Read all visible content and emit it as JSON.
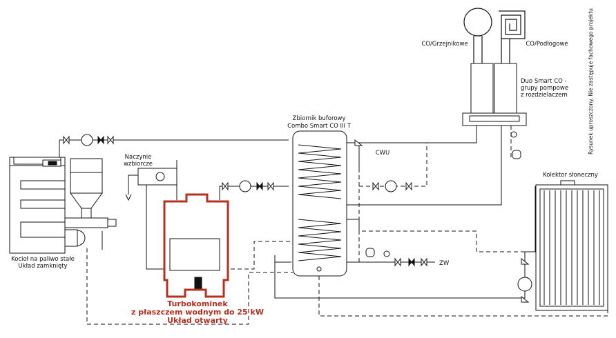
{
  "labels": {
    "boiler_line1": "Kocioł na paliwo stałe",
    "boiler_line2": "Układ zamknięty",
    "expansion_line1": "Naczynie",
    "expansion_line2": "wzbiorcze",
    "fireplace_line1": "Turbokominek",
    "fireplace_line2": "z płaszczem wodnym do 25 kW",
    "fireplace_line3": "Układ otwarty",
    "tank_line1": "Zbiornik buforowy",
    "tank_line2": "Combo Smart CO III T",
    "cwu": "CWU",
    "zw": "ZW",
    "radiators": "CO/Grzejnikowe",
    "floor": "CO/Podłogowe",
    "pump_group_line1": "Duo Smart CO -",
    "pump_group_line2": "grupy pompowe",
    "pump_group_line3": "z rozdzielaczem",
    "collector": "Kolektor słoneczny",
    "disclaimer": "Rysunek uproszczony. Nie zastępuje fachowego projektu"
  },
  "colors": {
    "line": "#111111",
    "fireplace": "#b5301e",
    "background": "#ffffff"
  }
}
